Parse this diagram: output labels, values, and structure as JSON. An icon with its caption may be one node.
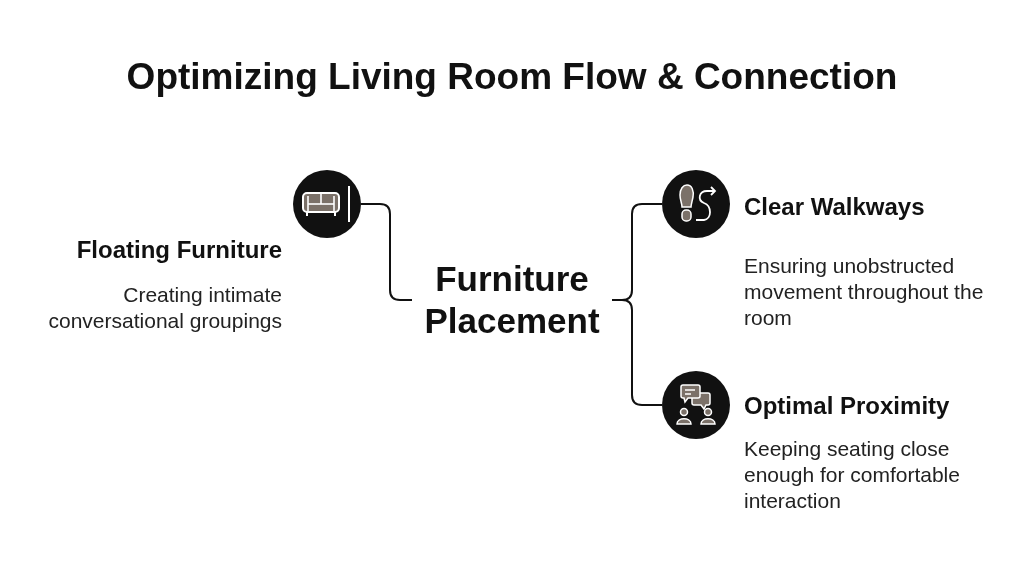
{
  "diagram": {
    "title": "Optimizing Living Room Flow & Connection",
    "nodes": [
      {
        "text": [],
        "shape": "circle",
        "beside": [
          "Floating Furniture",
          "Creating intimate conversational groupings"
        ]
      },
      {
        "text": [
          "Furniture Placement"
        ]
      },
      {
        "text": [],
        "shape": "circle",
        "beside": [
          "Clear Walkways",
          "Ensuring unobstructed movement throughout the room"
        ]
      },
      {
        "text": [],
        "shape": "circle",
        "beside": [
          "Optimal Proximity",
          "Keeping seating close enough for comfortable interaction"
        ]
      }
    ],
    "edges": [
      {
        "from": 1,
        "to": 0,
        "arrow": "none"
      },
      {
        "from": 1,
        "to": 2,
        "arrow": "none"
      },
      {
        "from": 1,
        "to": 3,
        "arrow": "none"
      }
    ]
  }
}
